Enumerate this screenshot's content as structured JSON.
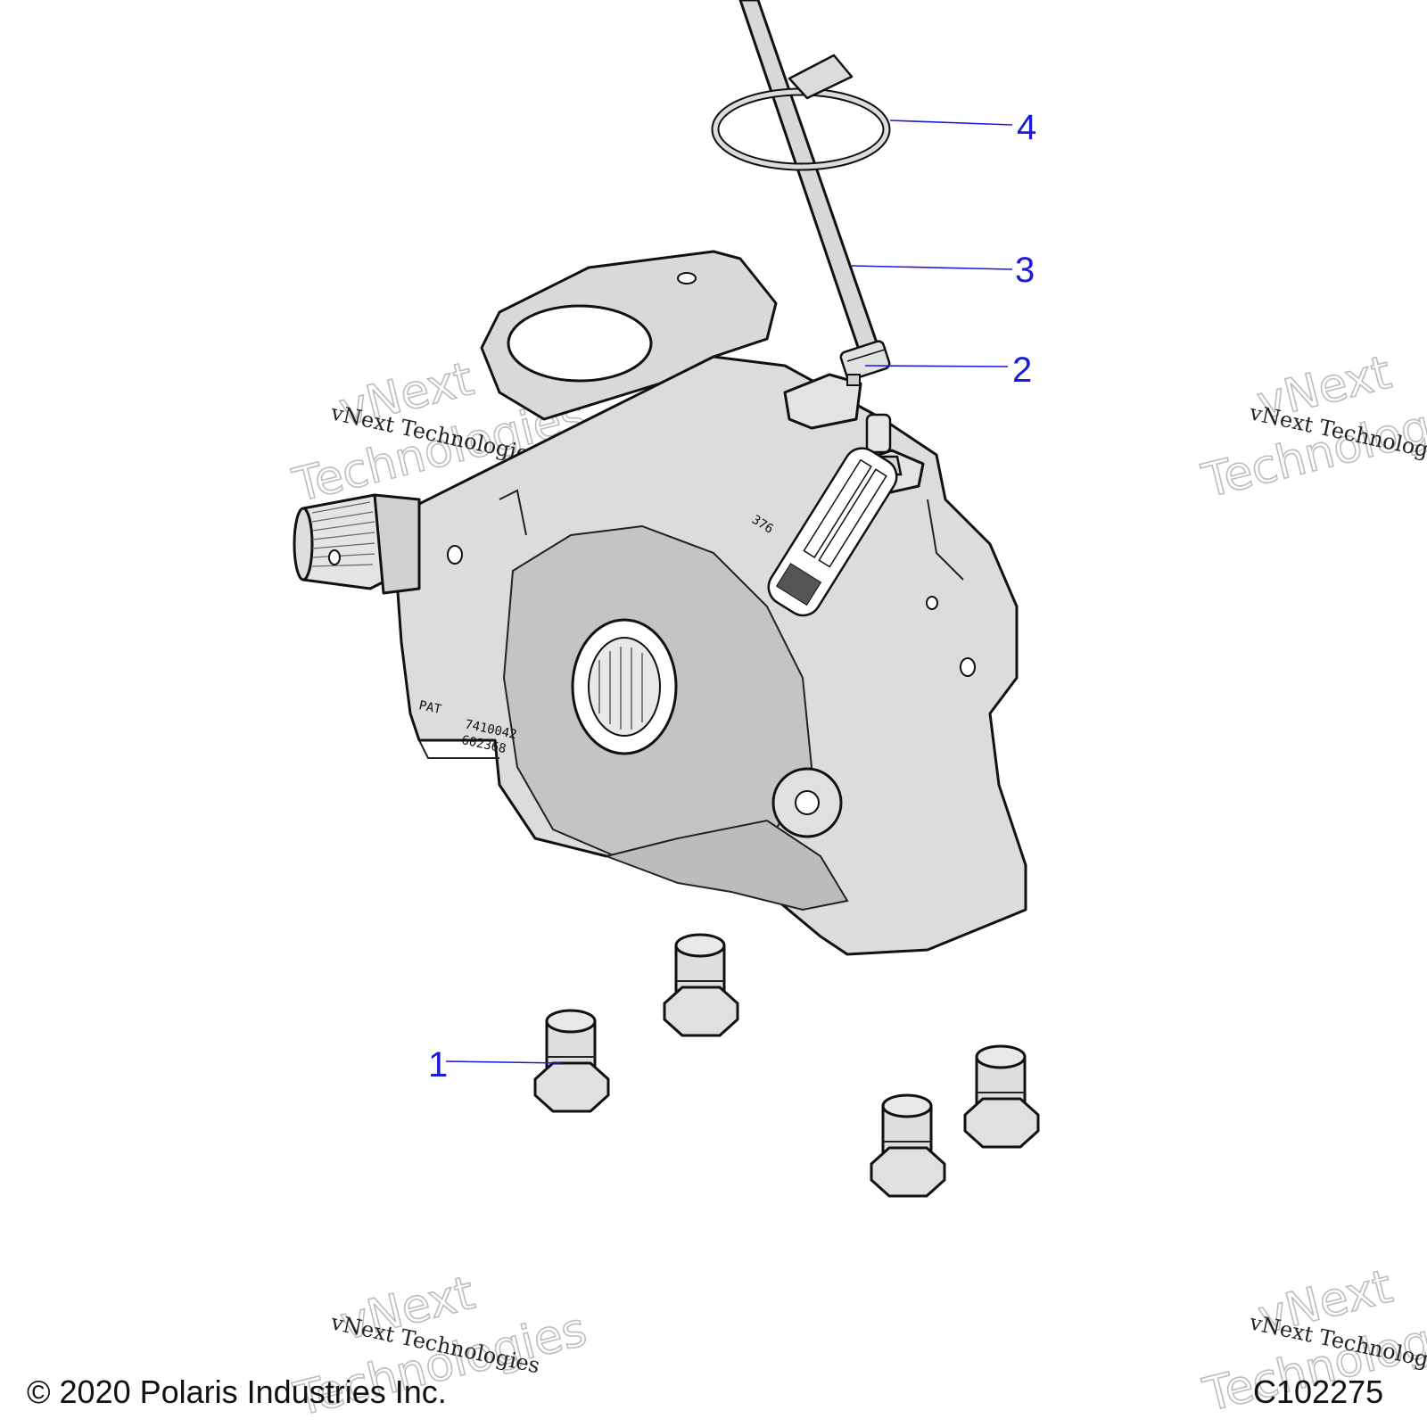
{
  "callouts": [
    {
      "number": "1"
    },
    {
      "number": "2"
    },
    {
      "number": "3"
    },
    {
      "number": "4"
    }
  ],
  "part_markings": {
    "tag_number": "376",
    "patent_line1": "PAT",
    "patent_line2": "7410042",
    "patent_line3": "602368"
  },
  "watermark": {
    "serif_text": "vNext Technologies",
    "outline_line1": "vNext",
    "outline_line2": "Technologies"
  },
  "footer": {
    "copyright": "© 2020 Polaris Industries Inc.",
    "drawing_id": "C102275"
  },
  "colors": {
    "callout": "#1a1adb",
    "part_fill": "#dcdcdc",
    "shadow_fill": "#bebebe"
  }
}
